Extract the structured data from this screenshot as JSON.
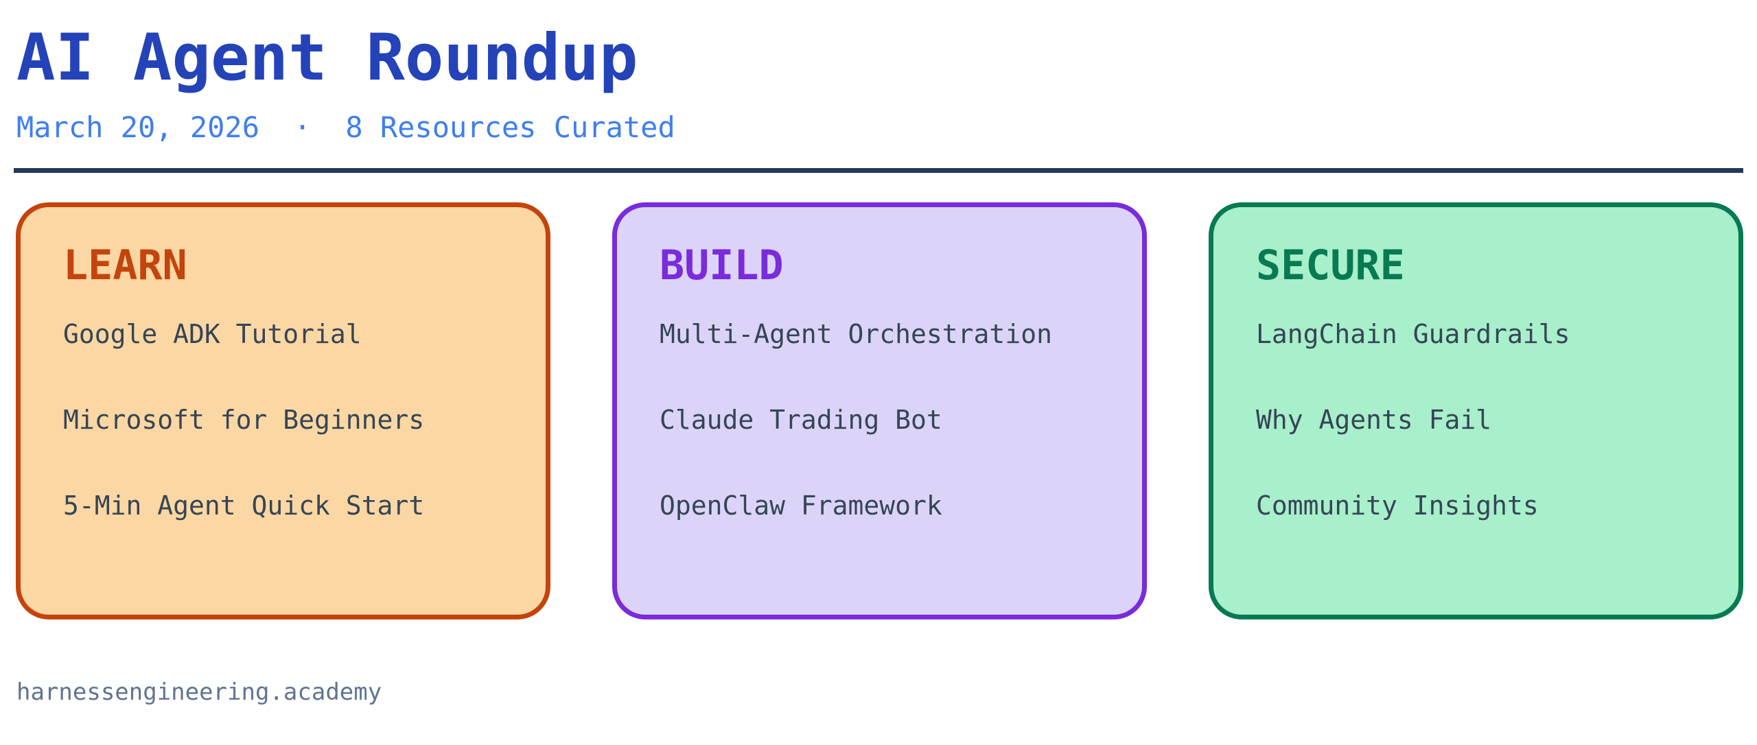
{
  "header": {
    "title": "AI Agent Roundup",
    "date": "March 20, 2026",
    "separator": "·",
    "resources": "8 Resources Curated"
  },
  "cards": [
    {
      "label": "LEARN",
      "accent": "#C4440D",
      "fill": "#FBD7A3",
      "items": [
        "Google ADK Tutorial",
        "Microsoft for Beginners",
        "5-Min Agent Quick Start"
      ]
    },
    {
      "label": "BUILD",
      "accent": "#7A2BDB",
      "fill": "#DCD4F8",
      "items": [
        "Multi-Agent Orchestration",
        "Claude Trading Bot",
        "OpenClaw Framework"
      ]
    },
    {
      "label": "SECURE",
      "accent": "#087A52",
      "fill": "#A8EFCB",
      "items": [
        "LangChain Guardrails",
        "Why Agents Fail",
        "Community Insights"
      ]
    }
  ],
  "footer": {
    "site": "harnessengineering.academy"
  },
  "colors": {
    "title_blue": "#2443B8",
    "subtitle_blue": "#3E7EF0",
    "divider_navy": "#23395B",
    "item_text": "#364556",
    "footer_gray": "#5F7490",
    "background": "#FFFFFF"
  }
}
